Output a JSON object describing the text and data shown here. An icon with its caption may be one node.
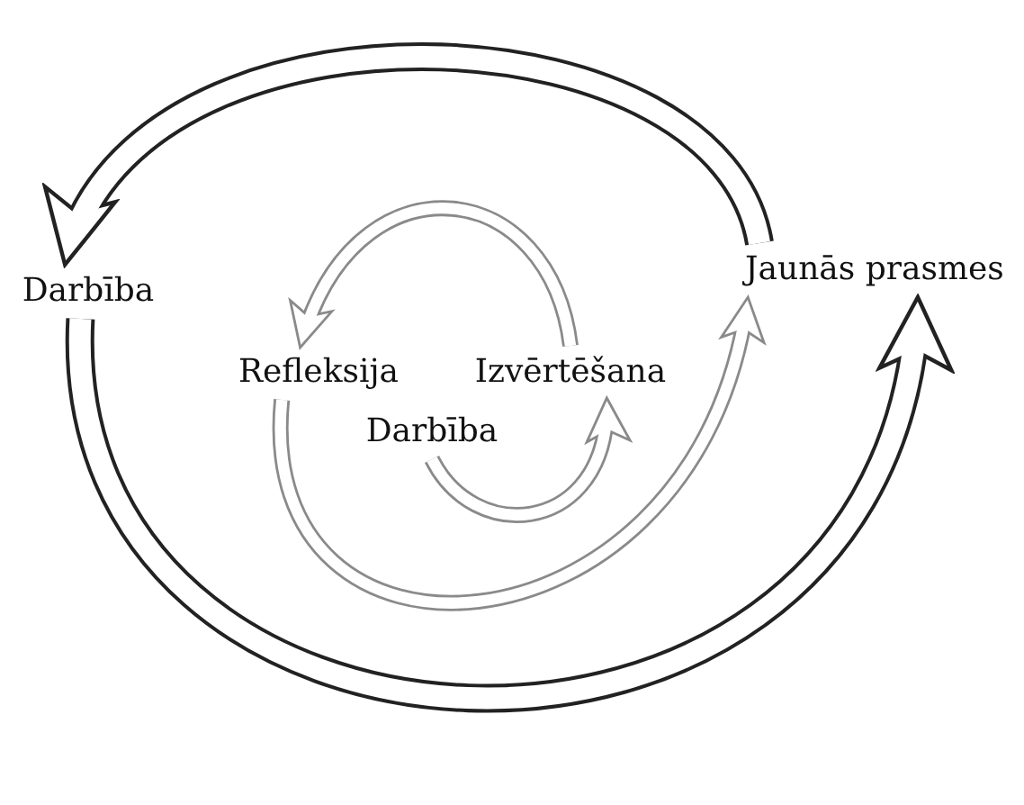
{
  "diagram": {
    "nodes": [
      {
        "text": [
          "Darbība"
        ]
      },
      {
        "text": [
          "Jaunās prasmes"
        ]
      },
      {
        "text": [
          "Refleksija"
        ]
      },
      {
        "text": [
          "Izvērtēšana"
        ]
      },
      {
        "text": [
          "Darbība"
        ]
      }
    ],
    "edges": [
      {
        "from": 1,
        "to": 0,
        "arrow": "to",
        "color": "#222222"
      },
      {
        "from": 0,
        "to": 1,
        "arrow": "to",
        "color": "#222222"
      },
      {
        "from": 3,
        "to": 2,
        "arrow": "to"
      },
      {
        "from": 2,
        "to": 1,
        "arrow": "to"
      },
      {
        "from": 4,
        "to": 3,
        "arrow": "to"
      }
    ]
  }
}
